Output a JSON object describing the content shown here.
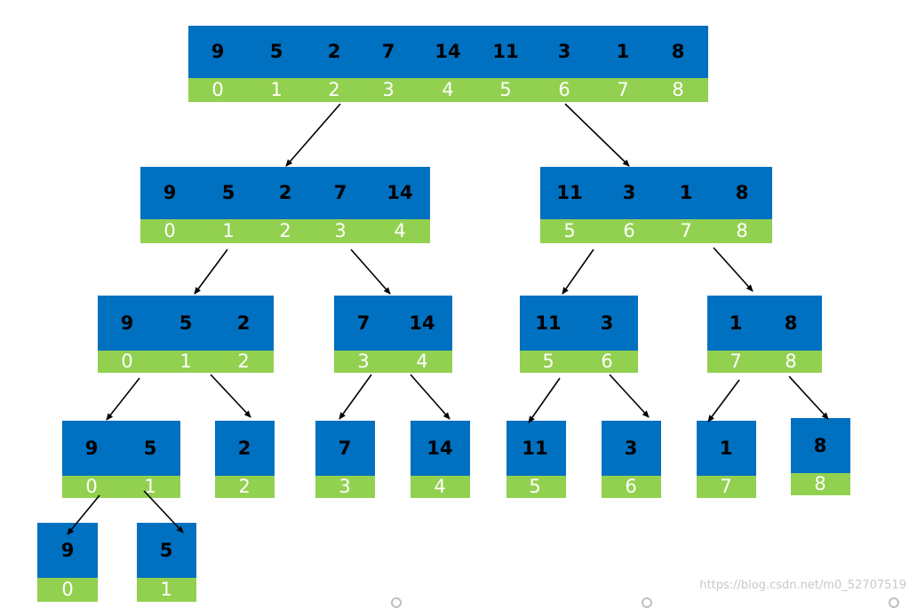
{
  "diagram": {
    "nodes": [
      {
        "id": "n0",
        "values": [
          "9",
          "5",
          "2",
          "7",
          "14",
          "11",
          "3",
          "1",
          "8"
        ],
        "indices": [
          "0",
          "1",
          "2",
          "3",
          "4",
          "5",
          "6",
          "7",
          "8"
        ]
      },
      {
        "id": "n1",
        "values": [
          "9",
          "5",
          "2",
          "7",
          "14"
        ],
        "indices": [
          "0",
          "1",
          "2",
          "3",
          "4"
        ]
      },
      {
        "id": "n2",
        "values": [
          "11",
          "3",
          "1",
          "8"
        ],
        "indices": [
          "5",
          "6",
          "7",
          "8"
        ]
      },
      {
        "id": "n3",
        "values": [
          "9",
          "5",
          "2"
        ],
        "indices": [
          "0",
          "1",
          "2"
        ]
      },
      {
        "id": "n4",
        "values": [
          "7",
          "14"
        ],
        "indices": [
          "3",
          "4"
        ]
      },
      {
        "id": "n5",
        "values": [
          "11",
          "3"
        ],
        "indices": [
          "5",
          "6"
        ]
      },
      {
        "id": "n6",
        "values": [
          "1",
          "8"
        ],
        "indices": [
          "7",
          "8"
        ]
      },
      {
        "id": "n7",
        "values": [
          "9",
          "5"
        ],
        "indices": [
          "0",
          "1"
        ]
      },
      {
        "id": "n8",
        "values": [
          "2"
        ],
        "indices": [
          "2"
        ]
      },
      {
        "id": "n9",
        "values": [
          "7"
        ],
        "indices": [
          "3"
        ]
      },
      {
        "id": "n10",
        "values": [
          "14"
        ],
        "indices": [
          "4"
        ]
      },
      {
        "id": "n11",
        "values": [
          "11"
        ],
        "indices": [
          "5"
        ]
      },
      {
        "id": "n12",
        "values": [
          "3"
        ],
        "indices": [
          "6"
        ]
      },
      {
        "id": "n13",
        "values": [
          "1"
        ],
        "indices": [
          "7"
        ]
      },
      {
        "id": "n14",
        "values": [
          "8"
        ],
        "indices": [
          "8"
        ]
      },
      {
        "id": "n15",
        "values": [
          "9"
        ],
        "indices": [
          "0"
        ]
      },
      {
        "id": "n16",
        "values": [
          "5"
        ],
        "indices": [
          "1"
        ]
      }
    ],
    "edges": [
      {
        "from": "n0",
        "to": "n1"
      },
      {
        "from": "n0",
        "to": "n2"
      },
      {
        "from": "n1",
        "to": "n3"
      },
      {
        "from": "n1",
        "to": "n4"
      },
      {
        "from": "n2",
        "to": "n5"
      },
      {
        "from": "n2",
        "to": "n6"
      },
      {
        "from": "n3",
        "to": "n7"
      },
      {
        "from": "n3",
        "to": "n8"
      },
      {
        "from": "n4",
        "to": "n9"
      },
      {
        "from": "n4",
        "to": "n10"
      },
      {
        "from": "n5",
        "to": "n11"
      },
      {
        "from": "n5",
        "to": "n12"
      },
      {
        "from": "n6",
        "to": "n13"
      },
      {
        "from": "n6",
        "to": "n14"
      },
      {
        "from": "n7",
        "to": "n15"
      },
      {
        "from": "n7",
        "to": "n16"
      }
    ],
    "colors": {
      "value_fill": "#0070C0",
      "index_fill": "#92D050",
      "value_text": "#000000",
      "index_text": "#FFFFFF",
      "arrow": "#000000"
    }
  },
  "watermark": "https://blog.csdn.net/m0_52707519"
}
